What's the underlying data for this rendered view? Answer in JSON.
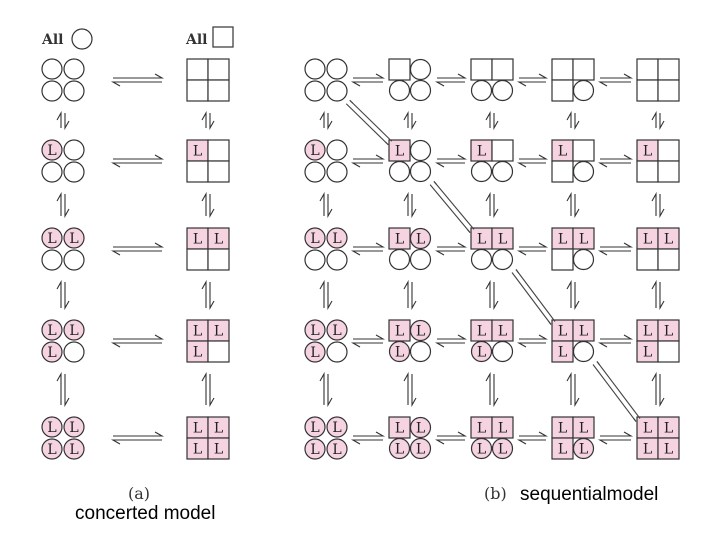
{
  "labels": {
    "all": "All",
    "ligand": "L",
    "panel_a": "(a)",
    "panel_b": "(b)",
    "caption_a": "concerted model",
    "caption_b": "sequentialmodel"
  },
  "colors": {
    "ligand_fill": "#f6d3e1",
    "empty_fill": "#ffffff",
    "stroke": "#333333"
  },
  "concerted": {
    "rows": [
      {
        "bound": 0
      },
      {
        "bound": 1
      },
      {
        "bound": 2
      },
      {
        "bound": 3
      },
      {
        "bound": 4
      }
    ]
  },
  "sequential": {
    "rows": [
      {
        "bound": 0,
        "states": [
          [
            0,
            0,
            0,
            0
          ],
          [
            1,
            0,
            0,
            0
          ],
          [
            1,
            1,
            0,
            0
          ],
          [
            1,
            1,
            1,
            0
          ],
          [
            1,
            1,
            1,
            1
          ]
        ]
      },
      {
        "bound": 1,
        "states": [
          [
            0,
            0,
            0,
            0
          ],
          [
            1,
            0,
            0,
            0
          ],
          [
            1,
            1,
            0,
            0
          ],
          [
            1,
            1,
            1,
            0
          ],
          [
            1,
            1,
            1,
            1
          ]
        ]
      },
      {
        "bound": 2,
        "states": [
          [
            0,
            0,
            0,
            0
          ],
          [
            1,
            0,
            0,
            0
          ],
          [
            1,
            1,
            0,
            0
          ],
          [
            1,
            1,
            1,
            0
          ],
          [
            1,
            1,
            1,
            1
          ]
        ]
      },
      {
        "bound": 3,
        "states": [
          [
            0,
            0,
            0,
            0
          ],
          [
            1,
            0,
            0,
            0
          ],
          [
            1,
            1,
            0,
            0
          ],
          [
            1,
            1,
            1,
            0
          ],
          [
            1,
            1,
            1,
            1
          ]
        ]
      },
      {
        "bound": 4,
        "states": [
          [
            0,
            0,
            0,
            0
          ],
          [
            1,
            0,
            0,
            0
          ],
          [
            1,
            1,
            0,
            0
          ],
          [
            1,
            1,
            1,
            0
          ],
          [
            1,
            1,
            1,
            1
          ]
        ]
      }
    ],
    "diagonal_links": [
      [
        0,
        0
      ],
      [
        1,
        1
      ],
      [
        2,
        2
      ],
      [
        3,
        3
      ]
    ]
  }
}
